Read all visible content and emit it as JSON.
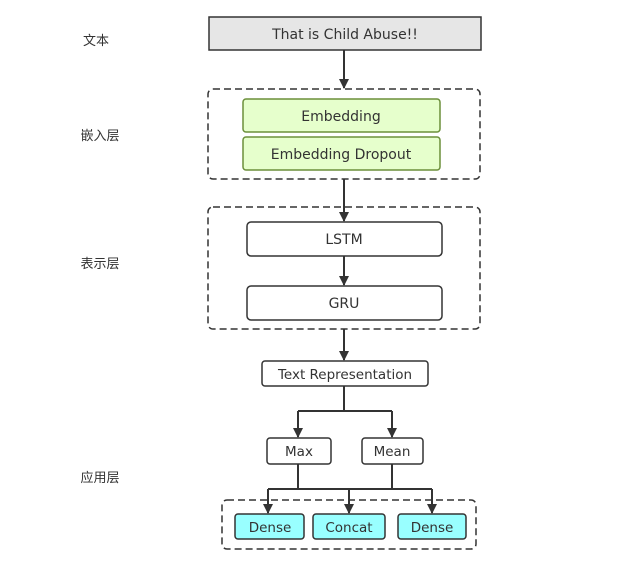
{
  "side_labels": {
    "text": "文本",
    "embedding": "嵌入层",
    "representation": "表示层",
    "application": "应用层"
  },
  "nodes": {
    "input": "That is Child Abuse!!",
    "embedding": "Embedding",
    "embedding_dropout": "Embedding Dropout",
    "lstm": "LSTM",
    "gru": "GRU",
    "text_representation": "Text Representation",
    "max": "Max",
    "mean": "Mean",
    "dense_left": "Dense",
    "concat": "Concat",
    "dense_right": "Dense"
  },
  "colors": {
    "input_fill": "#e6e6e6",
    "embedding_fill": "#e6ffcc",
    "embedding_stroke": "#6b8f3a",
    "output_fill": "#99ffff",
    "output_stroke": "#333333",
    "stroke": "#333333",
    "group_border": "#333333"
  }
}
